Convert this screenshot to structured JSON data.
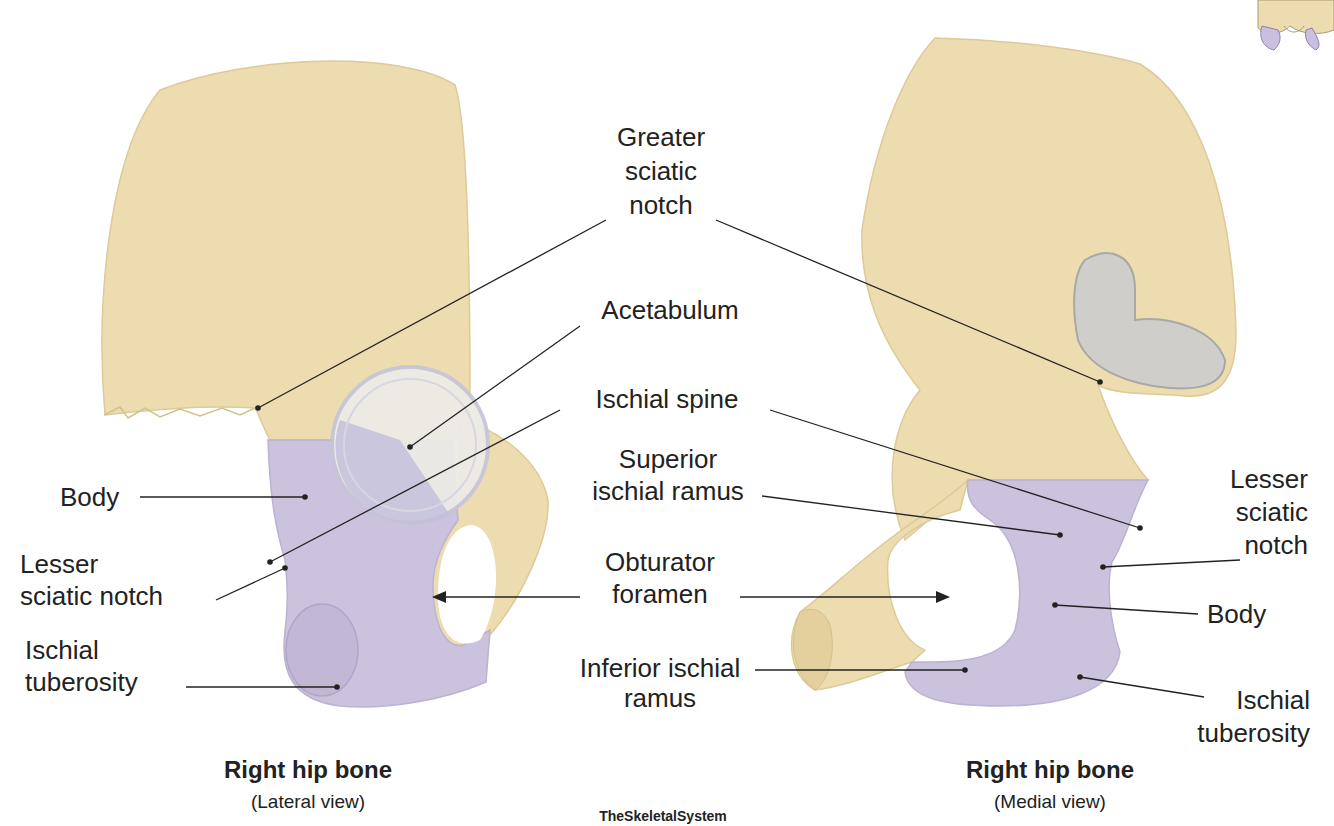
{
  "diagram": {
    "labels": [
      "Greater sciatic notch",
      "Acetabulum",
      "Ischial spine",
      "Body",
      "Superior ischial ramus",
      "Lesser sciatic notch",
      "Lesser sciatic notch",
      "Obturator foramen",
      "Body",
      "Ischial tuberosity",
      "Inferior ischial ramus",
      "Ischial tuberosity",
      "Right hip bone",
      "(Lateral view)",
      "Right hip bone",
      "(Medial view)",
      "TheSkeletalSystem"
    ]
  }
}
